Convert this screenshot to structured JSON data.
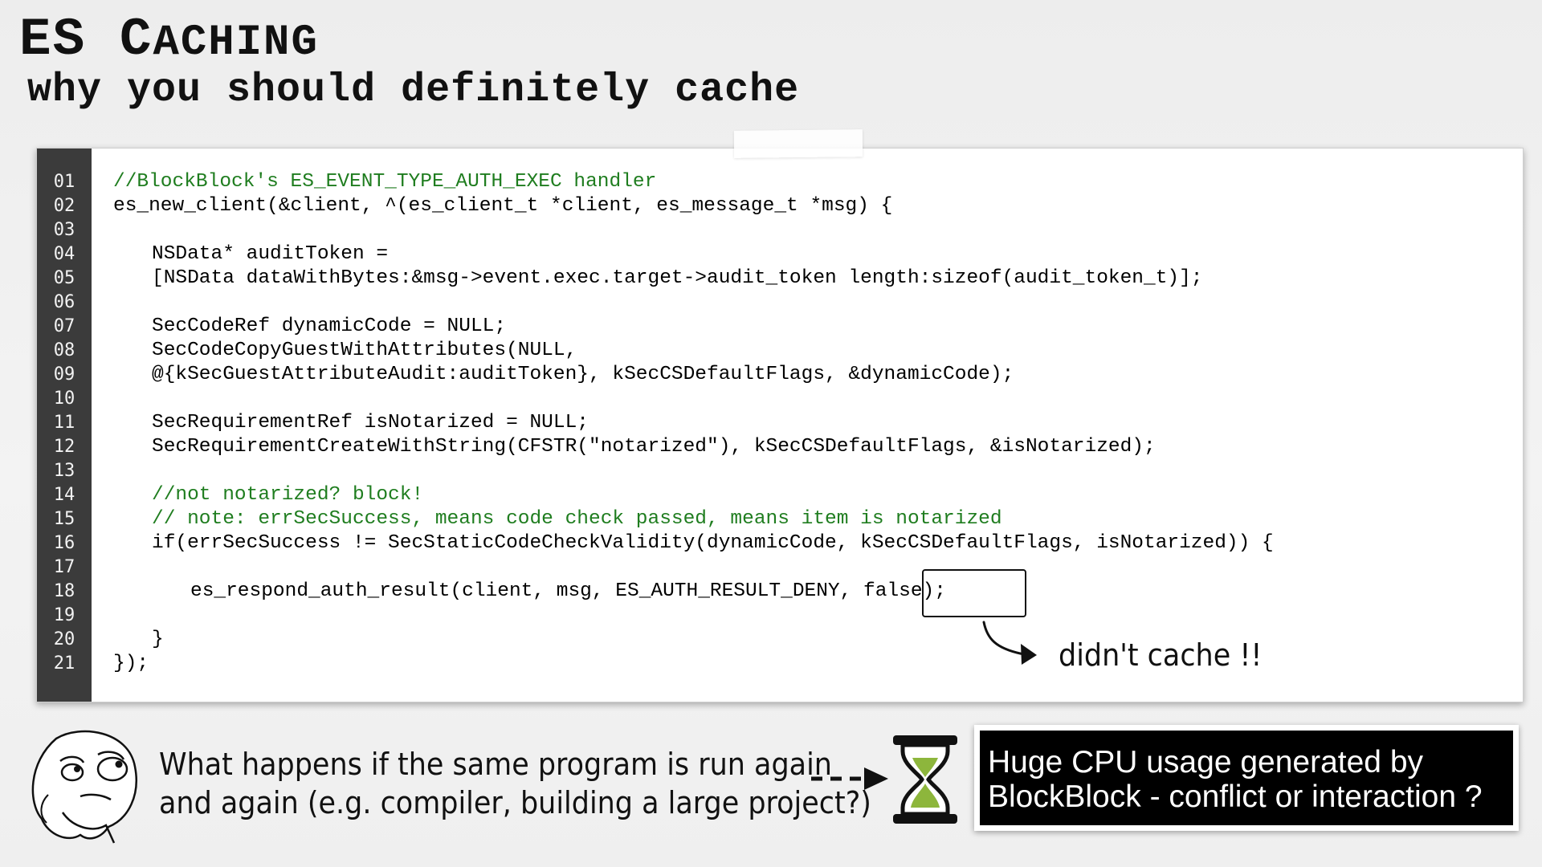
{
  "header": {
    "title_prefix": "ES ",
    "title_cap": "C",
    "title_rest": "ACHING",
    "subtitle": "why you should definitely cache"
  },
  "code": {
    "line_numbers": [
      "01",
      "02",
      "03",
      "04",
      "05",
      "06",
      "07",
      "08",
      "09",
      "10",
      "11",
      "12",
      "13",
      "14",
      "15",
      "16",
      "17",
      "18",
      "19",
      "20",
      "21"
    ],
    "lines": [
      {
        "text": "//BlockBlock's ES_EVENT_TYPE_AUTH_EXEC handler",
        "comment": true,
        "indent": 0
      },
      {
        "text": "es_new_client(&client, ^(es_client_t *client, es_message_t *msg) {",
        "comment": false,
        "indent": 0
      },
      {
        "text": "",
        "comment": false,
        "indent": 0
      },
      {
        "text": "NSData* auditToken =",
        "comment": false,
        "indent": 1
      },
      {
        "text": "[NSData dataWithBytes:&msg->event.exec.target->audit_token length:sizeof(audit_token_t)];",
        "comment": false,
        "indent": 1
      },
      {
        "text": "",
        "comment": false,
        "indent": 0
      },
      {
        "text": "SecCodeRef dynamicCode = NULL;",
        "comment": false,
        "indent": 1
      },
      {
        "text": "SecCodeCopyGuestWithAttributes(NULL,",
        "comment": false,
        "indent": 1
      },
      {
        "text": "@{kSecGuestAttributeAudit:auditToken}, kSecCSDefaultFlags, &dynamicCode);",
        "comment": false,
        "indent": 1
      },
      {
        "text": "",
        "comment": false,
        "indent": 0
      },
      {
        "text": "SecRequirementRef isNotarized = NULL;",
        "comment": false,
        "indent": 1
      },
      {
        "text": "SecRequirementCreateWithString(CFSTR(\"notarized\"), kSecCSDefaultFlags, &isNotarized);",
        "comment": false,
        "indent": 1
      },
      {
        "text": "",
        "comment": false,
        "indent": 0
      },
      {
        "text": "//not notarized? block!",
        "comment": true,
        "indent": 1
      },
      {
        "text": "// note: errSecSuccess, means code check passed, means item is notarized",
        "comment": true,
        "indent": 1
      },
      {
        "text": "if(errSecSuccess != SecStaticCodeCheckValidity(dynamicCode, kSecCSDefaultFlags, isNotarized)) {",
        "comment": false,
        "indent": 1
      },
      {
        "text": "",
        "comment": false,
        "indent": 0
      },
      {
        "text": "es_respond_auth_result(client, msg, ES_AUTH_RESULT_DENY, false);",
        "comment": false,
        "indent": 2
      },
      {
        "text": "",
        "comment": false,
        "indent": 0
      },
      {
        "text": "}",
        "comment": false,
        "indent": 1
      },
      {
        "text": "});",
        "comment": false,
        "indent": 0
      }
    ]
  },
  "annotation": {
    "label": "didn't cache !!"
  },
  "bottom": {
    "question": "What happens if the same program is run again\nand again (e.g. compiler, building a large project?)",
    "tooltip": "Huge CPU usage generated by\nBlockBlock - conflict or interaction ?"
  },
  "colors": {
    "comment": "#1f7d1f",
    "gutter": "#3b3b3b",
    "hourglass_sand": "#8db63c"
  },
  "icons": {
    "face": "thinking-face-icon",
    "hourglass": "hourglass-icon",
    "arrow": "dashed-arrow-icon"
  }
}
